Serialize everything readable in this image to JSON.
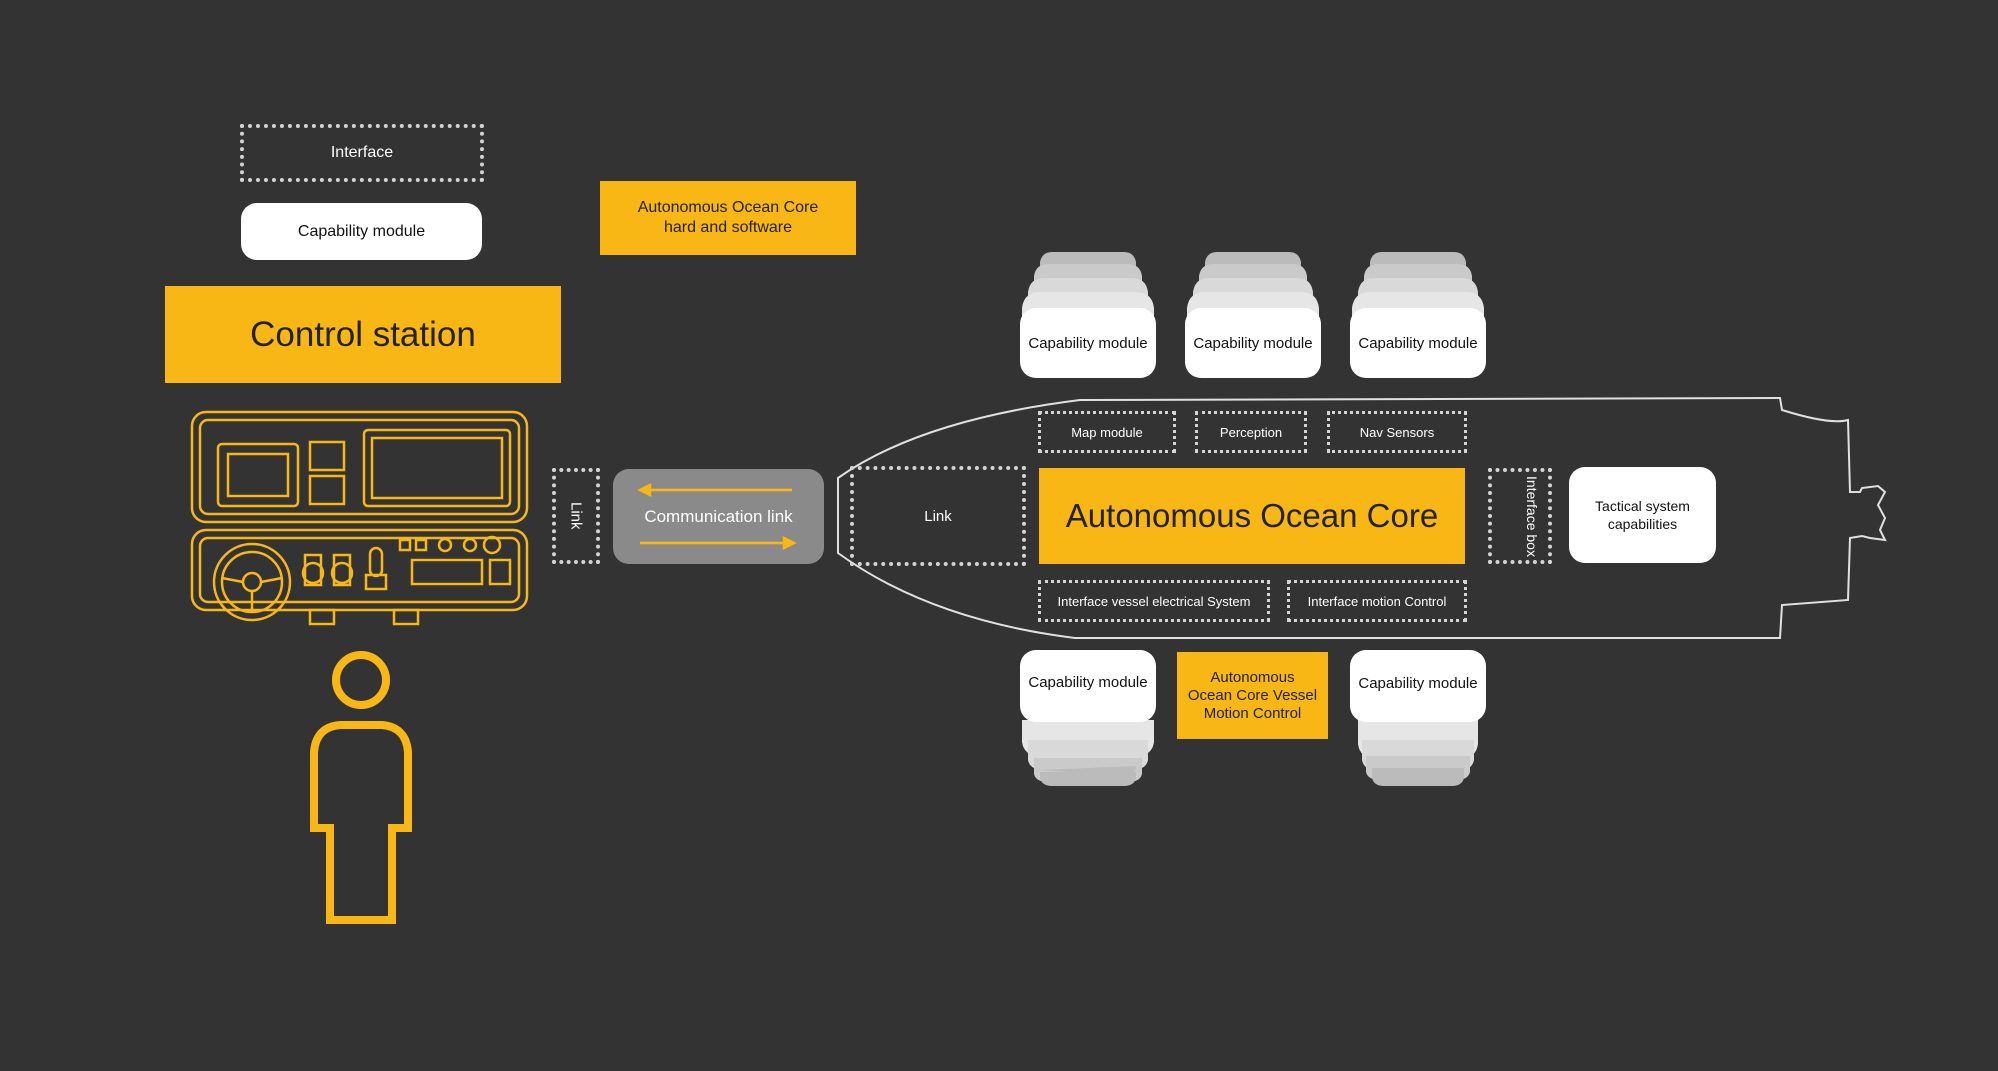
{
  "legend": {
    "interface": "Interface",
    "capability_module": "Capability module",
    "aoc_hw_sw": "Autonomous Ocean Core hard and software"
  },
  "control_station": {
    "title": "Control station"
  },
  "link_left": "Link",
  "communication_link": "Communication link",
  "vessel": {
    "link": "Link",
    "core": "Autonomous Ocean Core",
    "map_module": "Map module",
    "perception": "Perception",
    "nav_sensors": "Nav Sensors",
    "interface_box": "Interface box",
    "tactical": "Tactical system capabilities",
    "interface_electrical": "Interface vessel electrical System",
    "interface_motion": "Interface motion Control"
  },
  "top_modules": [
    "Capability module",
    "Capability module",
    "Capability module"
  ],
  "bottom_modules": [
    "Capability module",
    "Capability module"
  ],
  "motion_control": "Autonomous Ocean Core Vessel Motion Control",
  "colors": {
    "background": "#333333",
    "accent": "#f9b715",
    "grey_box": "#8a8a8a",
    "line": "#d9d9d9"
  }
}
